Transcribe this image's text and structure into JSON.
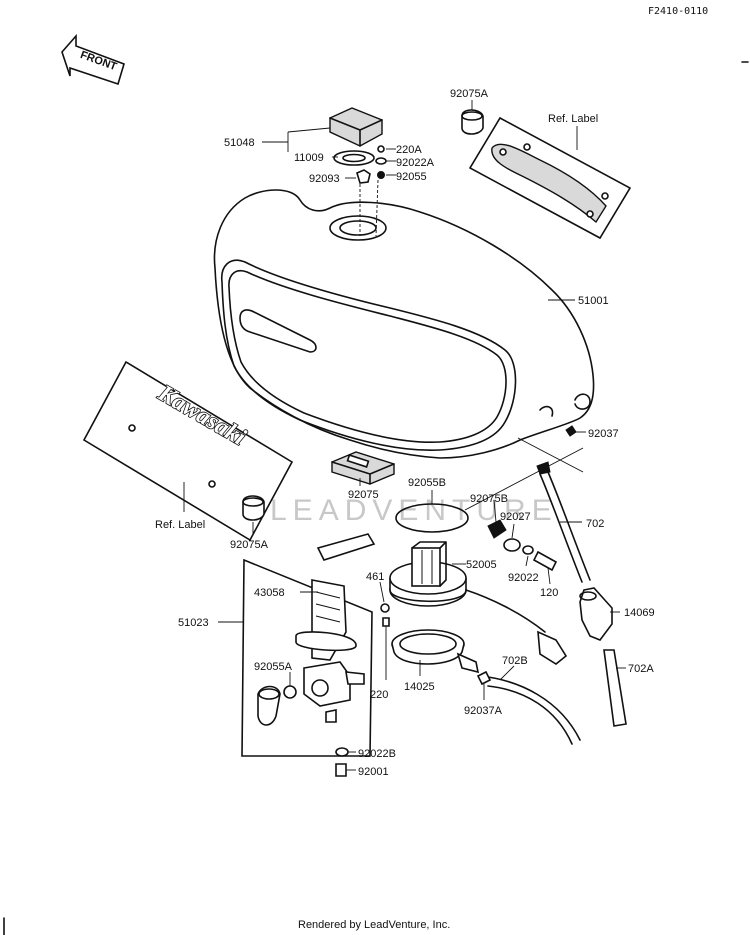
{
  "figure_code": "F2410-0110",
  "front_label": "FRONT",
  "brand_text": "Kawasaki",
  "watermark": "LEADVENTURE",
  "footer": "Rendered by LeadVenture, Inc.",
  "parts": {
    "p51048": "51048",
    "p11009": "11009",
    "p220A": "220A",
    "p92022A": "92022A",
    "p92093": "92093",
    "p92055": "92055",
    "p92075A_top": "92075A",
    "ref_label_top": "Ref.  Label",
    "p51001": "51001",
    "p92037": "92037",
    "p92075": "92075",
    "p92055B": "92055B",
    "p92075B": "92075B",
    "p92027": "92027",
    "p702": "702",
    "ref_label_left": "Ref.  Label",
    "p92075A_left": "92075A",
    "p461": "461",
    "p52005": "52005",
    "p92022": "92022",
    "p120": "120",
    "p43058": "43058",
    "p51023": "51023",
    "p14069": "14069",
    "p702B": "702B",
    "p702A": "702A",
    "p92055A": "92055A",
    "p220": "220",
    "p14025": "14025",
    "p92037A": "92037A",
    "p92022B": "92022B",
    "p92001": "92001"
  }
}
